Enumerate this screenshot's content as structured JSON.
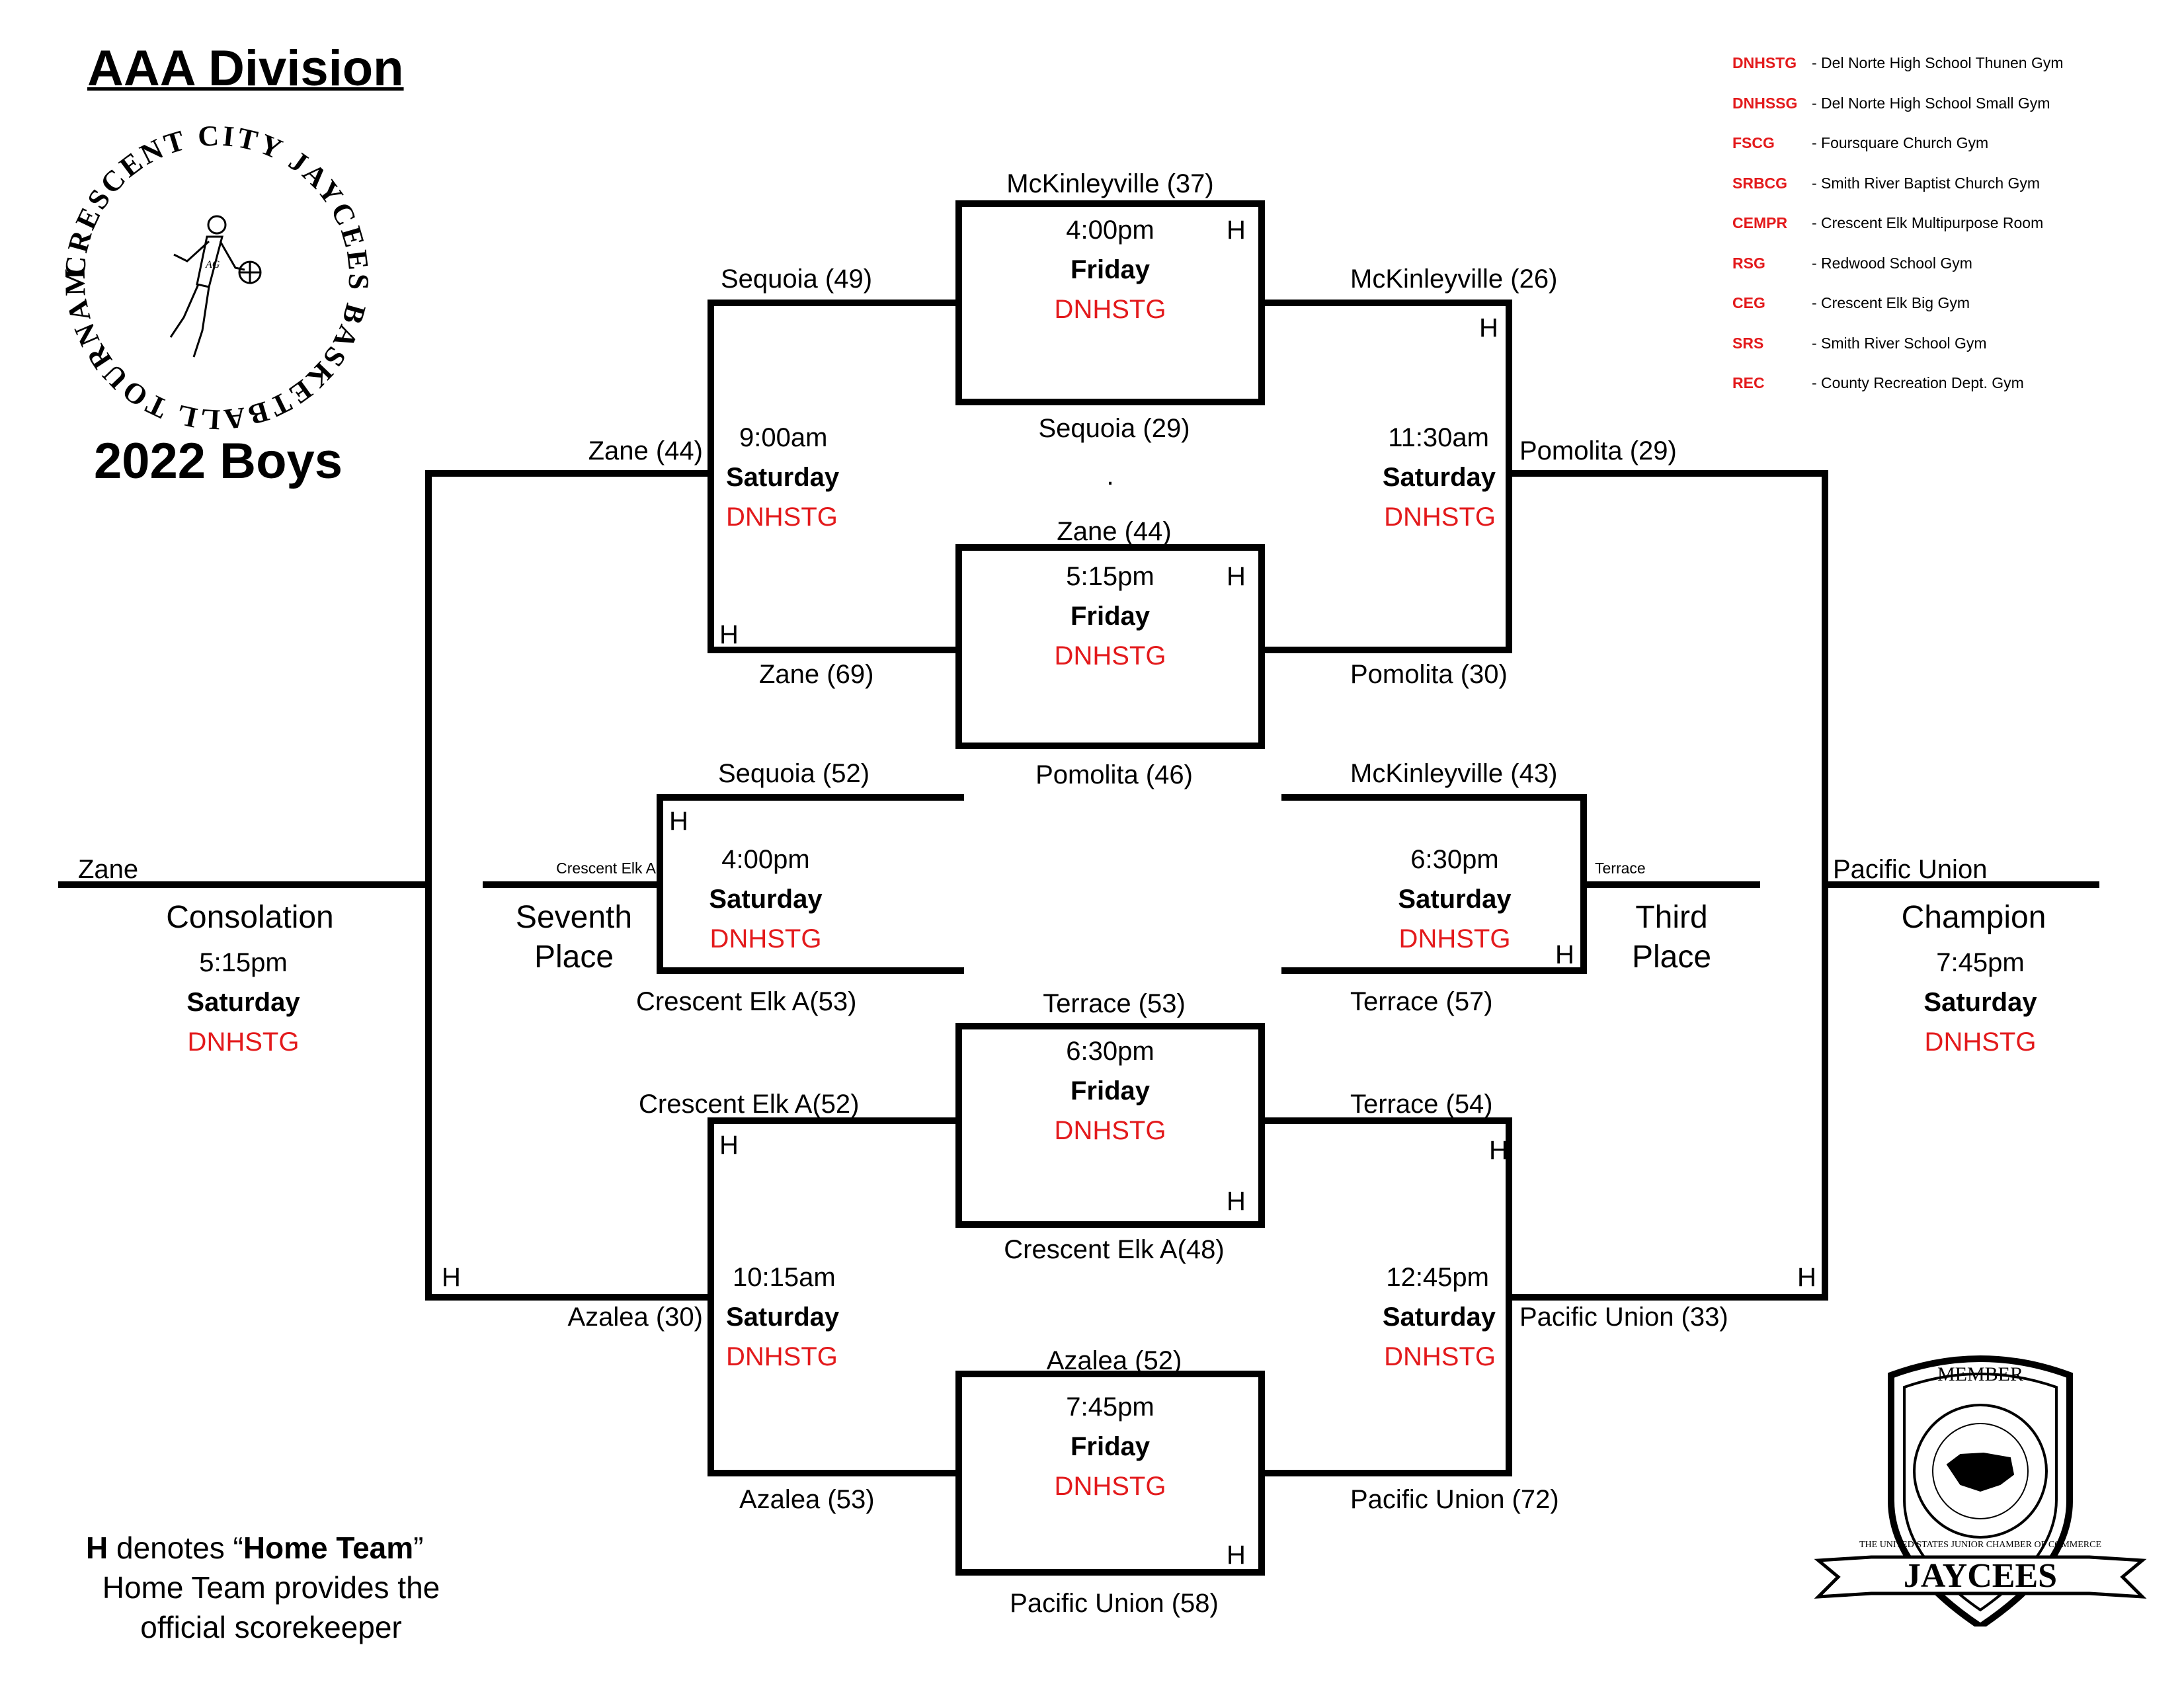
{
  "header": {
    "division": "AAA Division",
    "year_title": "2022 Boys"
  },
  "logo_left": {
    "ring_text": "CRESCENT CITY JAYCEES BASKETBALL TOURNAMENT",
    "emblem_letters": "AG"
  },
  "logo_right": {
    "ring_text": "MEMBER",
    "inner_text": "THE UNITED STATES JUNIOR CHAMBER OF COMMERCE",
    "banner": "JAYCEES"
  },
  "legend": [
    {
      "code": "DNHSTG",
      "name": "- Del Norte High School Thunen Gym"
    },
    {
      "code": "DNHSSG",
      "name": "- Del Norte High School Small Gym"
    },
    {
      "code": "FSCG",
      "name": "- Foursquare Church Gym"
    },
    {
      "code": "SRBCG",
      "name": "- Smith River Baptist Church Gym"
    },
    {
      "code": "CEMPR",
      "name": "- Crescent Elk Multipurpose Room"
    },
    {
      "code": "RSG",
      "name": "- Redwood School Gym"
    },
    {
      "code": "CEG",
      "name": "- Crescent Elk Big Gym"
    },
    {
      "code": "SRS",
      "name": "- Smith River School Gym"
    },
    {
      "code": "REC",
      "name": "- County Recreation Dept. Gym"
    }
  ],
  "home_marker": "H",
  "games": {
    "g1": {
      "top": "McKinleyville (37)",
      "bottom": "Sequoia (29)",
      "time": "4:00pm",
      "day": "Friday",
      "gym": "DNHSTG"
    },
    "g2": {
      "top": "Zane (44)",
      "bottom": "Pomolita (46)",
      "time": "5:15pm",
      "day": "Friday",
      "gym": "DNHSTG"
    },
    "g3": {
      "top": "Terrace (53)",
      "bottom": "Crescent Elk  A(48)",
      "time": "6:30pm",
      "day": "Friday",
      "gym": "DNHSTG"
    },
    "g4": {
      "top": "Azalea (52)",
      "bottom": "Pacific Union (58)",
      "time": "7:45pm",
      "day": "Friday",
      "gym": "DNHSTG"
    },
    "g5": {
      "top": "Sequoia (49)",
      "bottom": "Zane (69)",
      "time": "9:00am",
      "day": "Saturday",
      "gym": "DNHSTG"
    },
    "g6": {
      "top": "McKinleyville (26)",
      "bottom": "Pomolita (30)",
      "time": "11:30am",
      "day": "Saturday",
      "gym": "DNHSTG"
    },
    "g7": {
      "top": "Crescent Elk  A(52)",
      "bottom": "Azalea (53)",
      "time": "10:15am",
      "day": "Saturday",
      "gym": "DNHSTG"
    },
    "g8": {
      "top": "Terrace (54)",
      "bottom": "Pacific Union (72)",
      "time": "12:45pm",
      "day": "Saturday",
      "gym": "DNHSTG"
    },
    "seventh": {
      "top": "Sequoia (52)",
      "bottom": "Crescent Elk  A(53)",
      "time": "4:00pm",
      "day": "Saturday",
      "gym": "DNHSTG",
      "winner": "Crescent Elk  A",
      "label_line1": "Seventh",
      "label_line2": "Place"
    },
    "third": {
      "top": "McKinleyville (43)",
      "bottom": "Terrace (57)",
      "time": "6:30pm",
      "day": "Saturday",
      "gym": "DNHSTG",
      "winner": "Terrace",
      "label_line1": "Third",
      "label_line2": "Place"
    },
    "consolation": {
      "top": "Zane (44)",
      "bottom": "Azalea (30)",
      "time": "5:15pm",
      "day": "Saturday",
      "gym": "DNHSTG",
      "winner": "Zane",
      "label": "Consolation"
    },
    "championship": {
      "top": "Pomolita (29)",
      "bottom": "Pacific Union (33)",
      "time": "7:45pm",
      "day": "Saturday",
      "gym": "DNHSTG",
      "winner": "Pacific Union",
      "label": "Champion"
    }
  },
  "middle_dot": ".",
  "footnote": {
    "h": "H",
    "denotes": " denotes “",
    "home_team": "Home Team",
    "close_quote": "”",
    "line2": "Home Team provides the",
    "line3": "official scorekeeper"
  }
}
